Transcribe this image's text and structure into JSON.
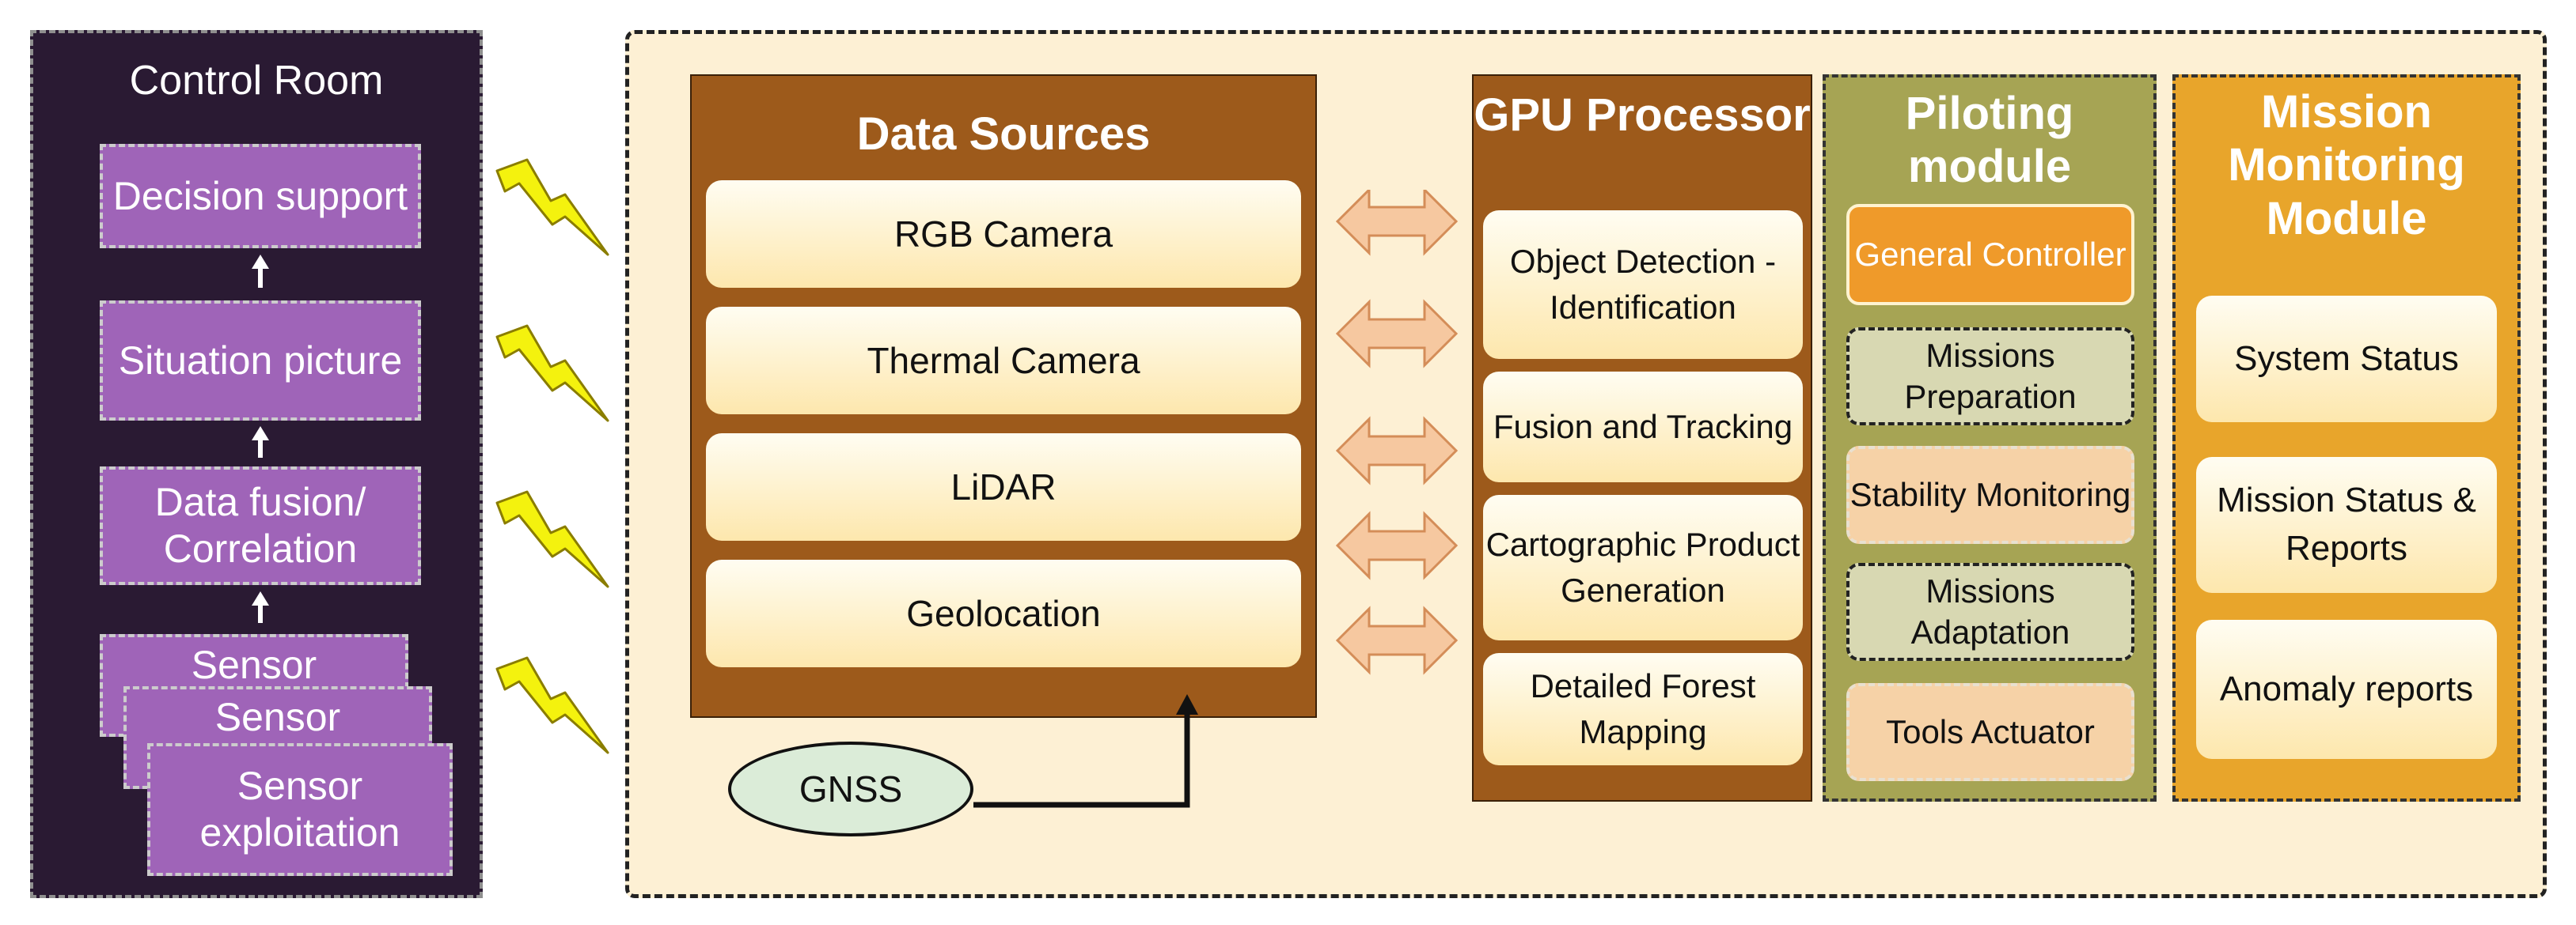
{
  "control_room": {
    "title": "Control Room",
    "decision_support": "Decision support",
    "situation_picture": "Situation picture",
    "data_fusion": "Data fusion/ Correlation",
    "sensor_1": "Sensor",
    "sensor_2": "Sensor",
    "sensor_3": "Sensor exploitation"
  },
  "data_sources": {
    "title": "Data Sources",
    "items": [
      "RGB Camera",
      "Thermal Camera",
      "LiDAR",
      "Geolocation"
    ]
  },
  "gnss": "GNSS",
  "gpu": {
    "title": "GPU Processor",
    "items": [
      "Object Detection - Identification",
      "Fusion and Tracking",
      "Cartographic Product Generation",
      "Detailed Forest Mapping"
    ]
  },
  "piloting": {
    "title": "Piloting module",
    "items": [
      "General Controller",
      "Missions Preparation",
      "Stability Monitoring",
      "Missions Adaptation",
      "Tools Actuator"
    ]
  },
  "mission": {
    "title": "Mission Monitoring Module",
    "items": [
      "System Status",
      "Mission Status & Reports",
      "Anomaly reports"
    ]
  },
  "colors": {
    "control_room_bg": "#2a1a33",
    "control_box": "#9f64b8",
    "system_bg": "#fdf0d4",
    "brown_panel": "#9d5a1b",
    "piloting_panel": "#a6a454",
    "mission_panel": "#e8a52b",
    "lightning": "#f4f20e",
    "double_arrow": "#f6c8a0"
  }
}
